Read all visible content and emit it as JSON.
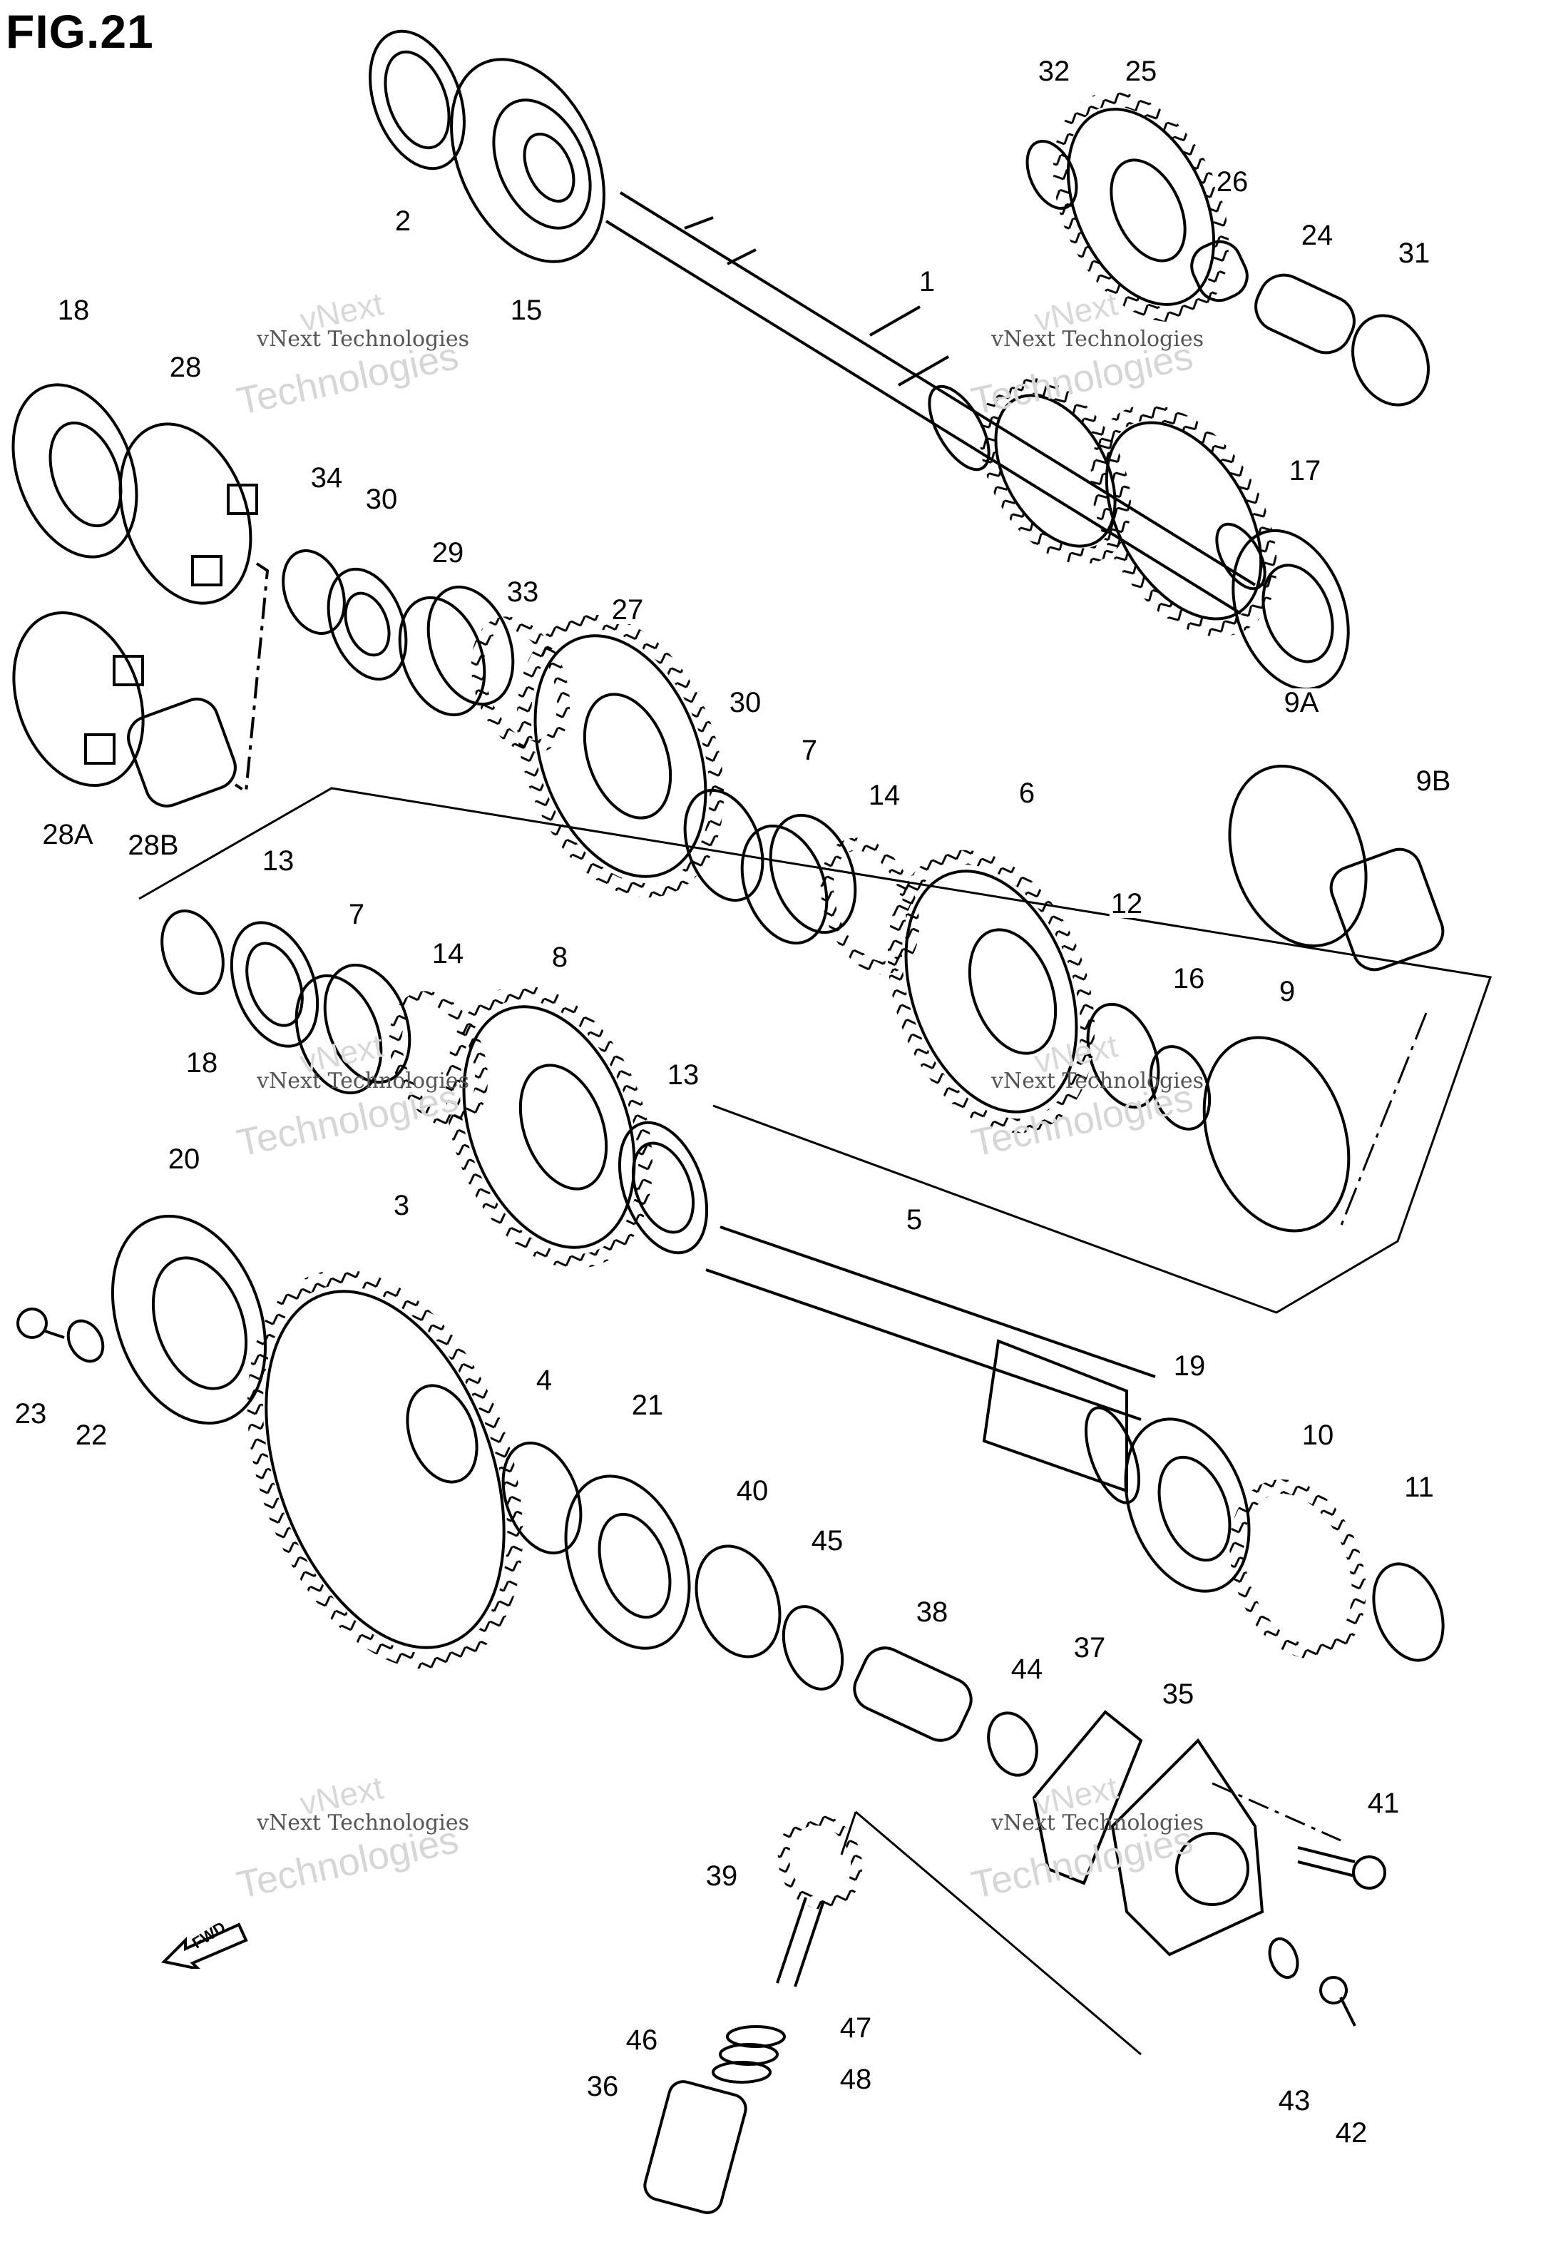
{
  "figure": {
    "title": "FIG.21"
  },
  "watermark": {
    "line1": "vNext",
    "line2": "vNext Technologies",
    "line3": "Technologies"
  },
  "fwd_label": "FWD",
  "callouts": [
    {
      "id": "c-2",
      "text": "2"
    },
    {
      "id": "c-15",
      "text": "15"
    },
    {
      "id": "c-1",
      "text": "1"
    },
    {
      "id": "c-32",
      "text": "32"
    },
    {
      "id": "c-25",
      "text": "25"
    },
    {
      "id": "c-26",
      "text": "26"
    },
    {
      "id": "c-24",
      "text": "24"
    },
    {
      "id": "c-31",
      "text": "31"
    },
    {
      "id": "c-18a",
      "text": "18"
    },
    {
      "id": "c-28",
      "text": "28"
    },
    {
      "id": "c-34",
      "text": "34"
    },
    {
      "id": "c-30a",
      "text": "30"
    },
    {
      "id": "c-29",
      "text": "29"
    },
    {
      "id": "c-33",
      "text": "33"
    },
    {
      "id": "c-27",
      "text": "27"
    },
    {
      "id": "c-17",
      "text": "17"
    },
    {
      "id": "c-28A",
      "text": "28A"
    },
    {
      "id": "c-28B",
      "text": "28B"
    },
    {
      "id": "c-30b",
      "text": "30"
    },
    {
      "id": "c-7a",
      "text": "7"
    },
    {
      "id": "c-14a",
      "text": "14"
    },
    {
      "id": "c-6",
      "text": "6"
    },
    {
      "id": "c-9A",
      "text": "9A"
    },
    {
      "id": "c-9B",
      "text": "9B"
    },
    {
      "id": "c-13a",
      "text": "13"
    },
    {
      "id": "c-7b",
      "text": "7"
    },
    {
      "id": "c-14b",
      "text": "14"
    },
    {
      "id": "c-8",
      "text": "8"
    },
    {
      "id": "c-12",
      "text": "12"
    },
    {
      "id": "c-16",
      "text": "16"
    },
    {
      "id": "c-9",
      "text": "9"
    },
    {
      "id": "c-18b",
      "text": "18"
    },
    {
      "id": "c-13b",
      "text": "13"
    },
    {
      "id": "c-20",
      "text": "20"
    },
    {
      "id": "c-3",
      "text": "3"
    },
    {
      "id": "c-5",
      "text": "5"
    },
    {
      "id": "c-23",
      "text": "23"
    },
    {
      "id": "c-22",
      "text": "22"
    },
    {
      "id": "c-4",
      "text": "4"
    },
    {
      "id": "c-21",
      "text": "21"
    },
    {
      "id": "c-40",
      "text": "40"
    },
    {
      "id": "c-45",
      "text": "45"
    },
    {
      "id": "c-19",
      "text": "19"
    },
    {
      "id": "c-10",
      "text": "10"
    },
    {
      "id": "c-11",
      "text": "11"
    },
    {
      "id": "c-38",
      "text": "38"
    },
    {
      "id": "c-44",
      "text": "44"
    },
    {
      "id": "c-37",
      "text": "37"
    },
    {
      "id": "c-35",
      "text": "35"
    },
    {
      "id": "c-41",
      "text": "41"
    },
    {
      "id": "c-39",
      "text": "39"
    },
    {
      "id": "c-47",
      "text": "47"
    },
    {
      "id": "c-46",
      "text": "46"
    },
    {
      "id": "c-48",
      "text": "48"
    },
    {
      "id": "c-36",
      "text": "36"
    },
    {
      "id": "c-43",
      "text": "43"
    },
    {
      "id": "c-42",
      "text": "42"
    }
  ]
}
